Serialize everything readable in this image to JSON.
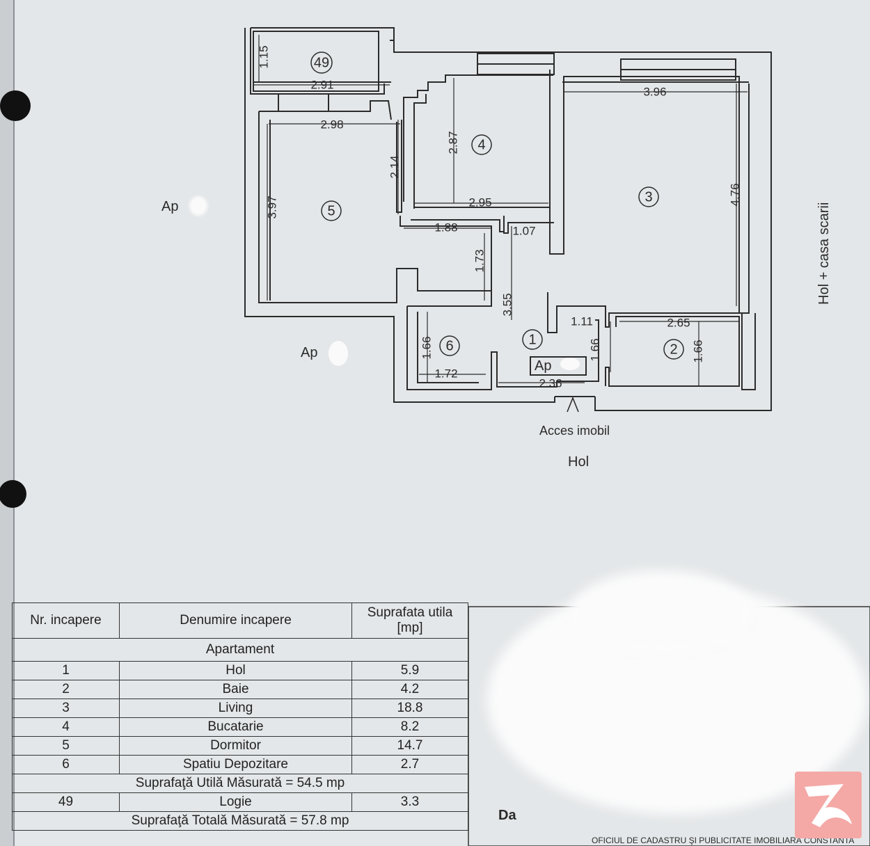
{
  "plan": {
    "room_numbers": [
      "49",
      "4",
      "3",
      "5",
      "6",
      "1",
      "2"
    ],
    "dimensions": {
      "d_1_15": "1.15",
      "d_2_91": "2.91",
      "d_2_98": "2.98",
      "d_2_14": "2.14",
      "d_2_87": "2.87",
      "d_3_96": "3.96",
      "d_2_95": "2.95",
      "d_4_76": "4.76",
      "d_3_97": "3.97",
      "d_1_88": "1.88",
      "d_1_07": "1.07",
      "d_1_73": "1.73",
      "d_3_55": "3.55",
      "d_1_11": "1.11",
      "d_2_65": "2.65",
      "d_1_66a": "1.66",
      "d_1_66b": "1.66",
      "d_1_66c": "1.66",
      "d_1_72": "1.72",
      "d_2_36": "2.36"
    },
    "labels": {
      "ap_left_top": "Ap",
      "ap_left_bottom": "Ap",
      "ap_entry": "Ap",
      "stair": "Hol + casa scarii",
      "access": "Acces imobil",
      "hall": "Hol"
    }
  },
  "table": {
    "headers": [
      "Nr. incapere",
      "Denumire incapere",
      "Suprafata utila [mp]"
    ],
    "section_title": "Apartament",
    "rows": [
      {
        "nr": "1",
        "name": "Hol",
        "area": "5.9"
      },
      {
        "nr": "2",
        "name": "Baie",
        "area": "4.2"
      },
      {
        "nr": "3",
        "name": "Living",
        "area": "18.8"
      },
      {
        "nr": "4",
        "name": "Bucatarie",
        "area": "8.2"
      },
      {
        "nr": "5",
        "name": "Dormitor",
        "area": "14.7"
      },
      {
        "nr": "6",
        "name": "Spatiu Depozitare",
        "area": "2.7"
      }
    ],
    "subtotal": "Suprafaţă Utilă Măsurată = 54.5 mp",
    "logia": {
      "nr": "49",
      "name": "Logie",
      "area": "3.3"
    },
    "total": "Suprafaţă Totală Măsurată = 57.8 mp"
  },
  "stamp_fragment": "Da",
  "bottom_fragment": "OFICIUL DE CADASTRU ŞI PUBLICITATE IMOBILIARĂ CONSTANTA"
}
